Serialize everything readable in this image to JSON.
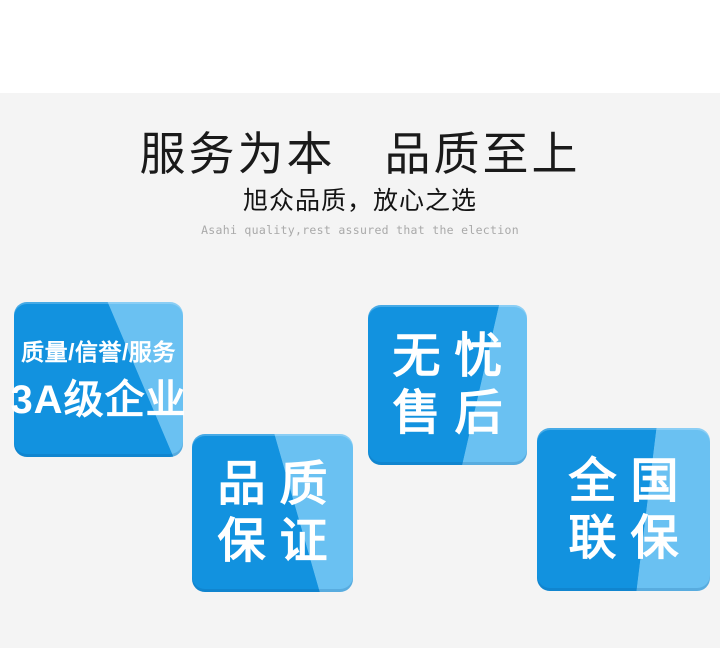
{
  "header": {
    "title": "服务为本　品质至上",
    "subtitle": "旭众品质，放心之选",
    "subtitle_en": "Asahi quality,rest assured that the election"
  },
  "badges": [
    {
      "name": "3a-enterprise",
      "lines": [
        "质量/信誉/服务",
        "3A级企业"
      ]
    },
    {
      "name": "quality-guarantee",
      "lines": [
        "品质",
        "保证"
      ]
    },
    {
      "name": "worry-free-aftersales",
      "lines": [
        "无忧",
        "售后"
      ]
    },
    {
      "name": "nationwide-warranty",
      "lines": [
        "全国",
        "联保"
      ]
    }
  ],
  "colors": {
    "badge_blue": "#1292df",
    "badge_blue_light": "#6ac1f2",
    "badge_text": "#ffffff",
    "section_bg": "#f4f4f4",
    "title_text": "#1a1a1a",
    "subtitle_text": "#141414",
    "subtitle_en_text": "#a9a9a9"
  }
}
